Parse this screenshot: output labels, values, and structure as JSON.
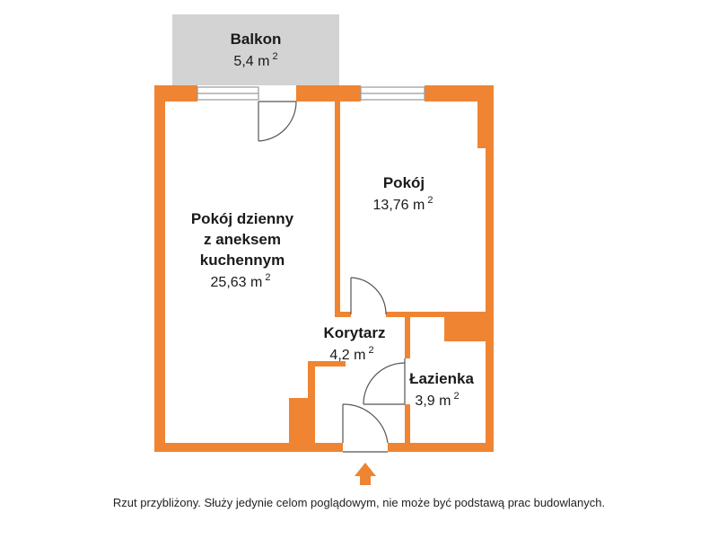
{
  "colors": {
    "wall": "#EF8432",
    "balcony": "#D3D3D3",
    "background": "#FFFFFF",
    "text": "#1A1A1A"
  },
  "rooms": {
    "balcony": {
      "name": "Balkon",
      "area": "5,4 m",
      "unit_exp": "2"
    },
    "living": {
      "name_lines": [
        "Pokój dzienny",
        "z aneksem",
        "kuchennym"
      ],
      "area": "25,63 m",
      "unit_exp": "2"
    },
    "bedroom": {
      "name": "Pokój",
      "area": "13,76 m",
      "unit_exp": "2"
    },
    "corridor": {
      "name": "Korytarz",
      "area": "4,2 m",
      "unit_exp": "2"
    },
    "bathroom": {
      "name": "Łazienka",
      "area": "3,9 m",
      "unit_exp": "2"
    }
  },
  "icons": [
    "door-swing-icon",
    "window-icon",
    "entrance-arrow-icon"
  ],
  "disclaimer": "Rzut przybliżony. Służy jedynie celom poglądowym, nie może być podstawą prac budowlanych."
}
